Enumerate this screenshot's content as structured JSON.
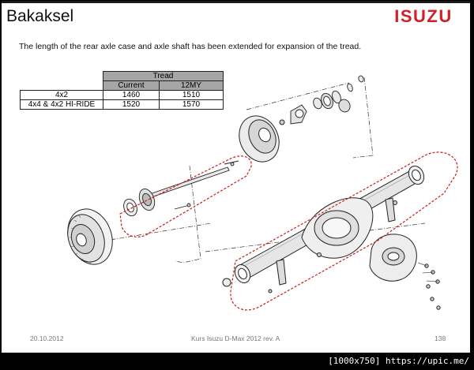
{
  "slide": {
    "title": "Bakaksel",
    "logo_text": "ISUZU",
    "subtitle": "The length of the rear axle case and axle shaft has been extended for expansion of the tread.",
    "table": {
      "group_header": "Tread",
      "columns": [
        "Current",
        "12MY"
      ],
      "rows": [
        {
          "label": "4x2",
          "current": "1460",
          "my12": "1510"
        },
        {
          "label": "4x4 & 4x2 HI-RIDE",
          "current": "1520",
          "my12": "1570"
        }
      ]
    },
    "footer": {
      "date": "20.10.2012",
      "course": "Kurs Isuzu D-Max 2012 rev. A",
      "page": "138"
    }
  },
  "watermark": "[1000x750] https://upic.me/",
  "colors": {
    "logo_red": "#d0202a",
    "highlight_red": "#cc1b1b",
    "table_header": "#a6a6a6",
    "background": "#000000"
  },
  "icons": [
    "isuzu-logo",
    "brake-drum",
    "axle-shaft",
    "backing-plate",
    "rear-axle-housing",
    "differential-carrier"
  ]
}
